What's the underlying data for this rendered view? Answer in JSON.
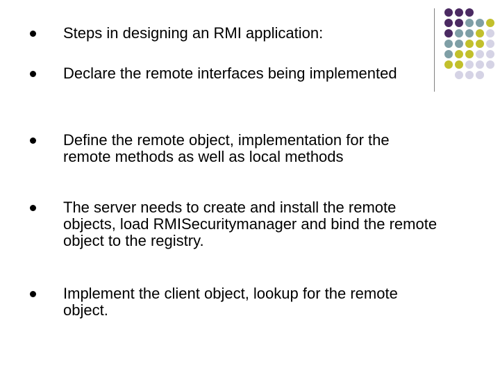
{
  "bullets": [
    {
      "text": "Steps in designing an RMI application:"
    },
    {
      "text": "Declare the remote interfaces being implemented"
    },
    {
      "text": "Define the remote object, implementation for the remote methods as well as local methods"
    },
    {
      "text": "The server needs to create and install the remote objects, load RMISecuritymanager and bind the remote object to the registry."
    },
    {
      "text": "Implement the client object, lookup for the remote object."
    }
  ],
  "colors": {
    "purple": "#4b2a62",
    "teal": "#7f9fa6",
    "olive": "#c2c02c",
    "lavender": "#d5d3e5"
  },
  "dot_grid": [
    [
      "purple",
      "purple",
      "purple",
      null,
      null
    ],
    [
      "purple",
      "purple",
      "teal",
      "teal",
      "olive"
    ],
    [
      "purple",
      "teal",
      "teal",
      "olive",
      "lavender"
    ],
    [
      "teal",
      "teal",
      "olive",
      "olive",
      "lavender"
    ],
    [
      "teal",
      "olive",
      "olive",
      "lavender",
      "lavender"
    ],
    [
      "olive",
      "olive",
      "lavender",
      "lavender",
      "lavender"
    ],
    [
      null,
      "lavender",
      "lavender",
      "lavender",
      null
    ]
  ]
}
